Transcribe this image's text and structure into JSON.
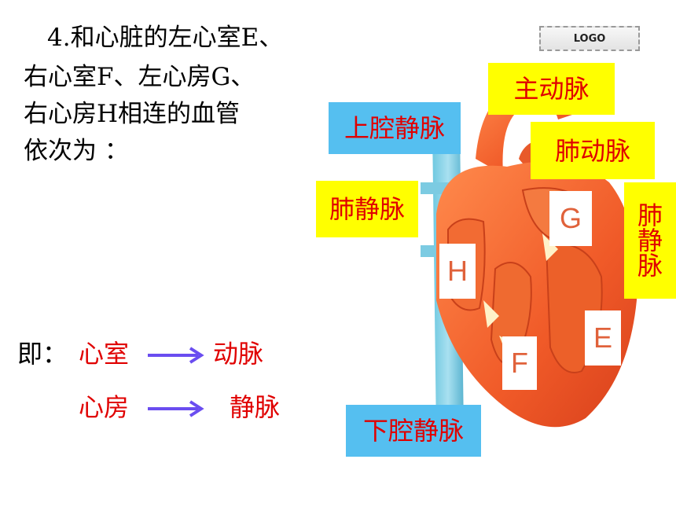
{
  "question": {
    "lines": [
      "4.和心脏的左心室E、",
      "右心室F、左心房G、",
      "右心房H相连的血管",
      "依次为 ："
    ]
  },
  "logo": {
    "text": "LOGO"
  },
  "labels": {
    "superior_vena_cava": "上腔静脉",
    "aorta": "主动脉",
    "pulmonary_artery": "肺动脉",
    "pulmonary_vein_left": "肺静脉",
    "pulmonary_vein_right": [
      "肺",
      "静",
      "脉"
    ],
    "inferior_vena_cava": "下腔静脉"
  },
  "chambers": {
    "G": "G",
    "H": "H",
    "E": "E",
    "F": "F"
  },
  "rule": {
    "prefix": "即：",
    "row1": {
      "from": "心室",
      "to": "动脉"
    },
    "row2": {
      "from": "心房",
      "to": "静脉"
    }
  },
  "colors": {
    "label_text": "#e00000",
    "blue_box": "#55bff0",
    "yellow_box": "#ffff00",
    "arrow": "#6a4df0",
    "letter": "#e0623b"
  }
}
